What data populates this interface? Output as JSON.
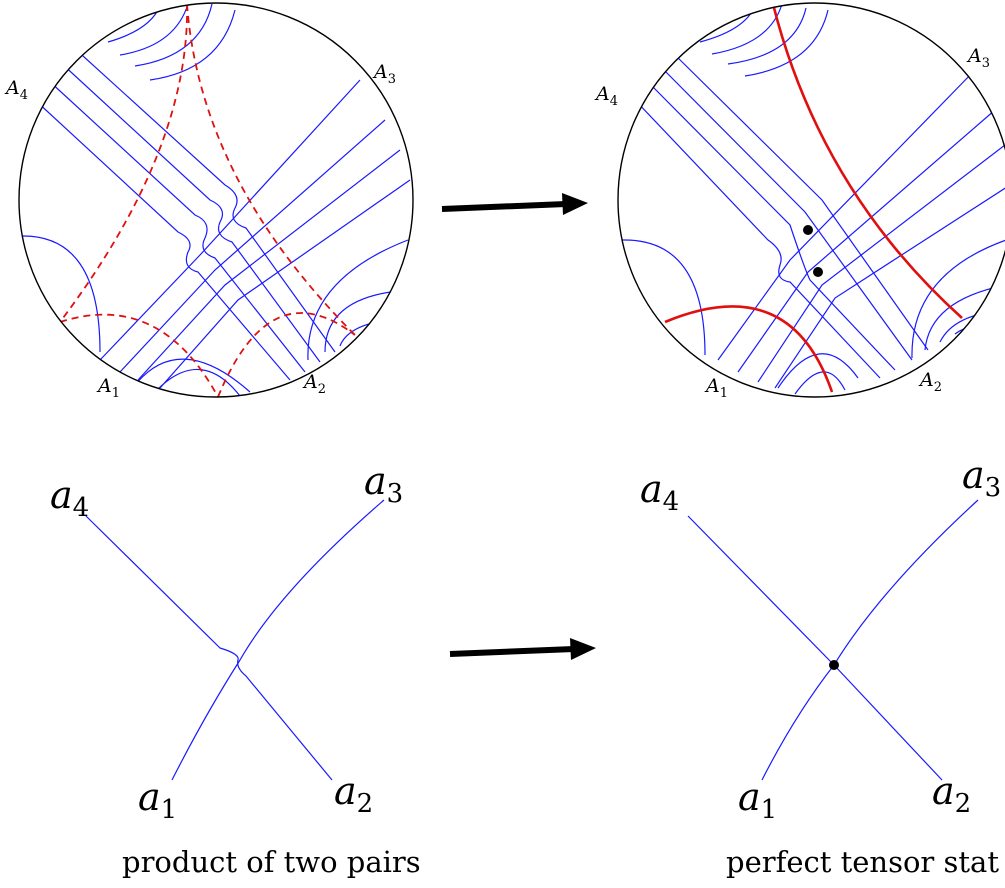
{
  "top_left": {
    "labels": [
      {
        "base": "A",
        "sub": "4"
      },
      {
        "base": "A",
        "sub": "3"
      },
      {
        "base": "A",
        "sub": "1"
      },
      {
        "base": "A",
        "sub": "2"
      }
    ]
  },
  "top_right": {
    "labels": [
      {
        "base": "A",
        "sub": "4"
      },
      {
        "base": "A",
        "sub": "3"
      },
      {
        "base": "A",
        "sub": "1"
      },
      {
        "base": "A",
        "sub": "2"
      }
    ]
  },
  "bottom_left": {
    "labels": [
      {
        "base": "a",
        "sub": "4"
      },
      {
        "base": "a",
        "sub": "3"
      },
      {
        "base": "a",
        "sub": "1"
      },
      {
        "base": "a",
        "sub": "2"
      }
    ],
    "caption": "product of two pairs"
  },
  "bottom_right": {
    "labels": [
      {
        "base": "a",
        "sub": "4"
      },
      {
        "base": "a",
        "sub": "3"
      },
      {
        "base": "a",
        "sub": "1"
      },
      {
        "base": "a",
        "sub": "2"
      }
    ],
    "caption": "perfect tensor stat"
  },
  "colors": {
    "boundary": "#000000",
    "bell_pair_lines": "#1a1aff",
    "minimal_surfaces": "#e01010"
  }
}
